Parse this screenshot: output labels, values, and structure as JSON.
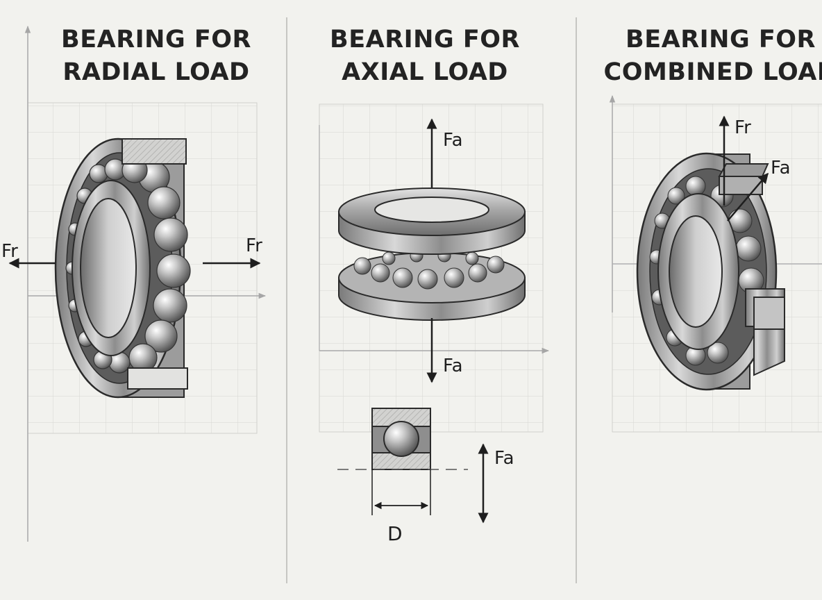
{
  "panels": [
    {
      "title_line1": "BEARING FOR",
      "title_line2": "RADIAL LOAD",
      "force_left": "Fr",
      "force_right": "Fr"
    },
    {
      "title_line1": "BEARING FOR",
      "title_line2": "AXIAL LOAD",
      "force_top": "Fa",
      "force_bottom": "Fa",
      "section_force": "Fa",
      "dimension": "D"
    },
    {
      "title_line1": "BEARING FOR",
      "title_line2": "COMBINED LOAD",
      "force_radial": "Fr",
      "force_axial": "Fa"
    }
  ],
  "colors": {
    "background": "#f2f2ee",
    "grid": "#d4d4d0",
    "ink": "#1e1e1e",
    "steel": "#9a9a9a"
  }
}
